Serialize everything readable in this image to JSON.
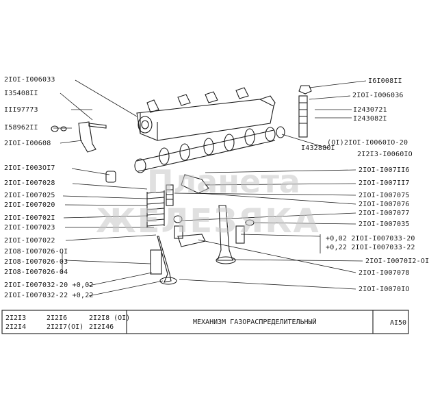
{
  "watermark": {
    "line1": "Планета",
    "line2": "ЖЕЛЕЗЯКА"
  },
  "labels_left": [
    "2IOI-I006033",
    "I35408II",
    "III97773",
    "I58962II",
    "2IOI-I00608",
    "2IOI-I003OI7",
    "2IOI-I007028",
    "2IOI-I007025",
    "2IOI-I007020",
    "2IOI-I00702I",
    "2IOI-I007023",
    "2IOI-I007022",
    "2IO8-I007026-OI",
    "2IO8-I007026-03",
    "2IO8-I007026-04",
    "2IOI-I007032-20  +0,02",
    "2IOI-I007032-22  +0,22"
  ],
  "labels_right": [
    "I6I008II",
    "2IOI-I006036",
    "I2430721",
    "I243082I",
    "I432880I",
    "(OI)2IOI-I0060IO-20",
    "2I2I3-I0060IO",
    "2IOI-I007II6",
    "2IOI-I007II7",
    "2IOI-I007075",
    "2IOI-I007076",
    "2IOI-I007077",
    "2IOI-I007035",
    "+0,02  2IOI-I007033-20",
    "+0,22  2IOI-I007033-22",
    "2IOI-I0070I2-OI",
    "2IOI-I007078",
    "2IOI-I0070IO"
  ],
  "title_block": {
    "models": [
      "2I2I3",
      "2I2I4",
      "2I2I6",
      "2I2I7(OI)",
      "2I2I8 (OI)",
      "2I2I46"
    ],
    "title": "МЕХАНИЗМ  ГАЗОРАСПРЕДЕЛИТЕЛЬНЫЙ",
    "sheet": "AI50"
  },
  "colors": {
    "ink": "#1a1a1a",
    "paper": "#ffffff"
  }
}
